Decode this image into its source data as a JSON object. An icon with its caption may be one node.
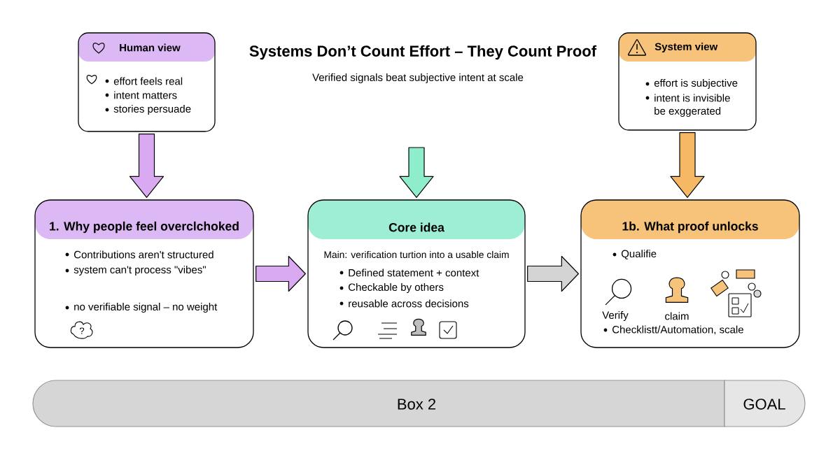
{
  "diagram": {
    "title": "Systems Don’t Count Effort – They Count Proof",
    "nodes": [
      {
        "text": [
          "Human view",
          "effort feels real",
          "intent matters",
          "stories persuade"
        ]
      },
      {
        "text": [
          "System view",
          "effort is subjective",
          "intent is invisible",
          "be exggerated"
        ]
      },
      {
        "text": [
          "1. Why people feel overclchoked",
          "Contributions aren't structured",
          "system can't process \"vibes\"",
          "no verifiable signal – no weight"
        ]
      },
      {
        "text": [
          "Core idea",
          "Main: verification turtion into a usable claim",
          "Defined statement + context",
          "Checkable by others",
          "reusable across decisions"
        ]
      },
      {
        "text": [
          "1b. What proof unlocks",
          "Qualifie",
          "Verify",
          "claim",
          "Checklistt/Automation, scale"
        ]
      },
      {
        "text": [
          "Box 2"
        ]
      },
      {
        "text": [
          "GOAL"
        ]
      }
    ],
    "edges": [
      {
        "from": 0,
        "to": 2,
        "arrow": "to",
        "color": "#d9a9f2"
      },
      {
        "from": null,
        "to": 3,
        "arrow": "to",
        "color": "#8eeecb"
      },
      {
        "from": 1,
        "to": 4,
        "arrow": "to",
        "color": "#f7b865"
      },
      {
        "from": 2,
        "to": 3,
        "arrow": "to",
        "color": "#d9a9f2"
      },
      {
        "from": 3,
        "to": 4,
        "arrow": "to",
        "color": "#d4d4d4"
      }
    ],
    "labels": [
      "Verified signals beat subjective intent at scale",
      "?"
    ]
  }
}
